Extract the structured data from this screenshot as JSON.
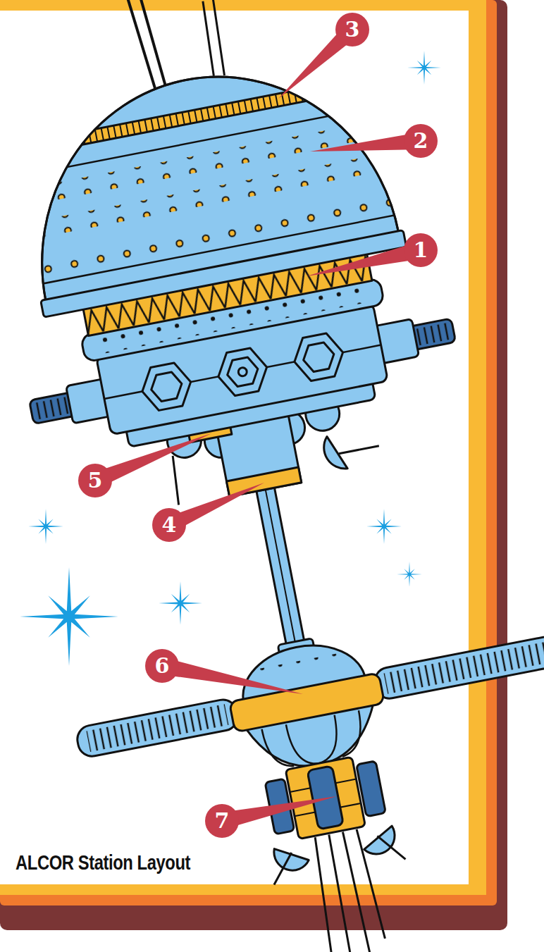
{
  "diagram": {
    "caption": "ALCOR Station Layout",
    "labels": [
      "3",
      "2",
      "1",
      "5",
      "4",
      "6",
      "7"
    ]
  }
}
